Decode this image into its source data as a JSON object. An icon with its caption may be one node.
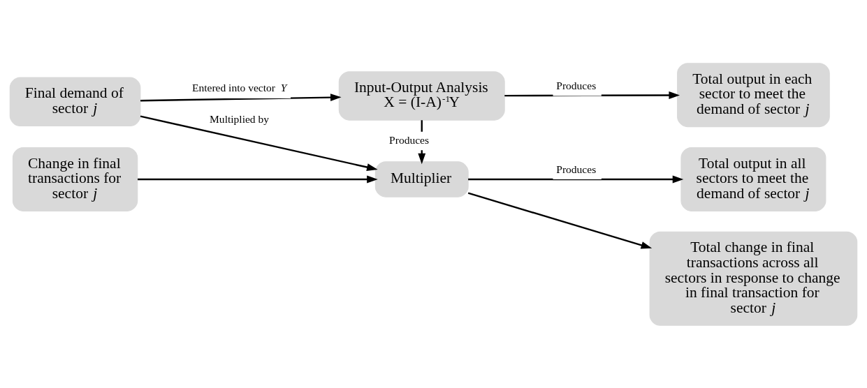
{
  "diagram": {
    "nodes": [
      {
        "text": [
          "Input-Output Analysis",
          "X = (I-A)$^{-1}$Y"
        ]
      },
      {
        "text": [
          "Total output in each sector to meet the demand of sector *j*"
        ]
      },
      {
        "text": [
          "Final demand of sector *j*"
        ]
      },
      {
        "text": [
          "Multiplier"
        ]
      },
      {
        "text": [
          "Total output in all sectors to meet the demand of sector *j*"
        ]
      },
      {
        "text": [
          "Change in final transactions for sector *j*"
        ]
      },
      {
        "text": [
          "Total change in final transactions across all sectors in response to change in final transaction for sector *j*"
        ]
      }
    ],
    "edges": [
      {
        "from": 2,
        "to": 0,
        "arrow": "to",
        "label": "Entered into vector *Y*"
      },
      {
        "from": 0,
        "to": 1,
        "arrow": "to",
        "label": "Produces"
      },
      {
        "from": 0,
        "to": 3,
        "arrow": "to",
        "label": "Produces"
      },
      {
        "from": 2,
        "to": 3,
        "arrow": "to",
        "label": "Multiplied by"
      },
      {
        "from": 5,
        "to": 3,
        "arrow": "to"
      },
      {
        "from": 3,
        "to": 4,
        "arrow": "to",
        "label": "Produces"
      },
      {
        "from": 3,
        "to": 6,
        "arrow": "to"
      }
    ]
  }
}
